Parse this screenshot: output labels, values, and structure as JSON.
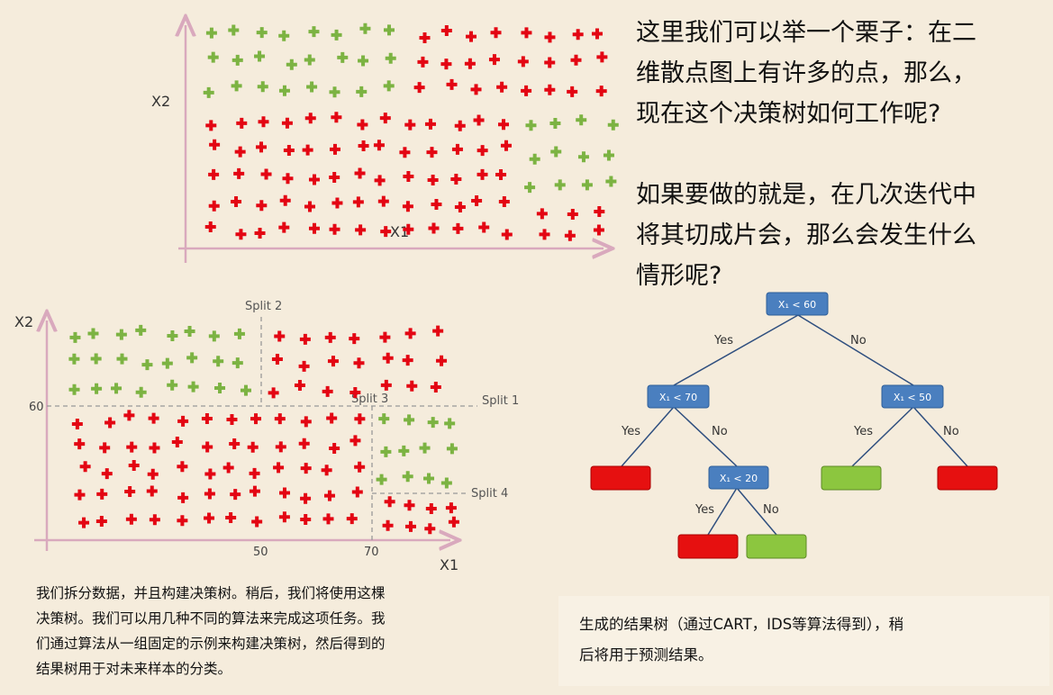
{
  "colors": {
    "background": "#f5ecdc",
    "axis": "#d9a9bd",
    "red_marker": "#e30613",
    "green_marker": "#7cb342",
    "tree_node": "#4a7fbf",
    "tree_node_border": "#2f5f99",
    "leaf_red": "#e61010",
    "leaf_green": "#8cc63f",
    "split_line": "#999999",
    "edge": "#2f4f7f"
  },
  "intro_text": "这里我们可以举一个栗子：在二\n维散点图上有许多的点，那么，\n现在这个决策树如何工作呢?\n\n如果要做的就是，在几次迭代中\n将其切成片会，那么会发生什么\n情形呢?",
  "scatter_top": {
    "x_axis_label": "X1",
    "y_axis_label": "X2"
  },
  "scatter_split": {
    "x_axis_label": "X1",
    "y_axis_label": "X2",
    "y_tick": "60",
    "x_ticks": [
      "50",
      "70"
    ],
    "splits": [
      "Split 1",
      "Split 2",
      "Split 3",
      "Split 4"
    ]
  },
  "tree": {
    "root": "X₁ < 60",
    "left": "X₁ < 70",
    "right": "X₁ < 50",
    "deep": "X₁ < 20",
    "yes": "Yes",
    "no": "No"
  },
  "split_caption": "我们拆分数据，并且构建决策树。稍后，我们将使用这棵\n决策树。我们可以用几种不同的算法来完成这项任务。我\n们通过算法从一组固定的示例来构建决策树，然后得到的\n结果树用于对未来样本的分类。",
  "tree_caption": "生成的结果树（通过CART，IDS等算法得到），稍\n后将用于预测结果。"
}
